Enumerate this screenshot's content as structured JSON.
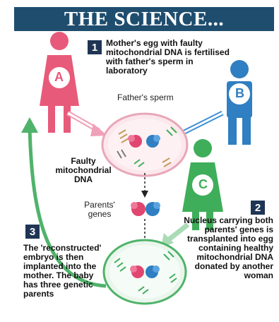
{
  "header": {
    "title": "THE SCIENCE..."
  },
  "figures": {
    "mother": {
      "letter": "A",
      "color": "#e85a7a"
    },
    "father": {
      "letter": "B",
      "color": "#2f7fc2"
    },
    "donor": {
      "letter": "C",
      "color": "#3fae5a"
    }
  },
  "steps": [
    {
      "number": "1",
      "text": "Mother's egg with faulty mitochondrial DNA is fertilised with father's sperm in laboratory"
    },
    {
      "number": "2",
      "text": "Nucleus carrying both parents' genes is transplanted into egg containing healthy mitochondrial DNA donated by another woman"
    },
    {
      "number": "3",
      "text": "The 'reconstructed' embryo is then implanted into the mother. The baby has three genetic parents"
    }
  ],
  "labels": {
    "fathers_sperm": "Father's sperm",
    "faulty_dna": "Faulty mitochondrial DNA",
    "parents_genes": "Parents' genes"
  },
  "colors": {
    "header_bg": "#1f4d6e",
    "badge_bg": "#1f3554",
    "green_arrow": "#4fb36a",
    "pink_arrow": "#f0a0b8",
    "blue_arrow": "#3d8fd6"
  }
}
